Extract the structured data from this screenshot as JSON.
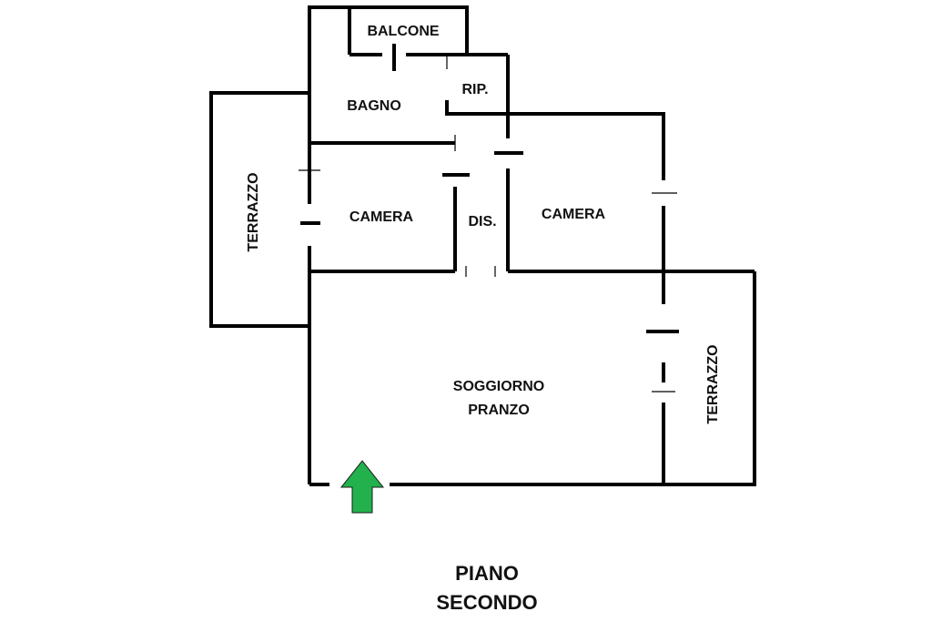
{
  "rooms": {
    "balcone": "BALCONE",
    "bagno": "BAGNO",
    "ripostiglio": "RIP.",
    "terrazzo_left": "TERRAZZO",
    "camera_left": "CAMERA",
    "disimpegno": "DIS.",
    "camera_right": "CAMERA",
    "soggiorno_line1": "SOGGIORNO",
    "soggiorno_line2": "PRANZO",
    "terrazzo_right": "TERRAZZO"
  },
  "floor": {
    "line1": "PIANO",
    "line2": "SECONDO"
  },
  "colors": {
    "entrance_arrow": "#22b14c",
    "walls": "#000000"
  },
  "icons": {
    "entrance": "entrance-arrow-icon"
  }
}
